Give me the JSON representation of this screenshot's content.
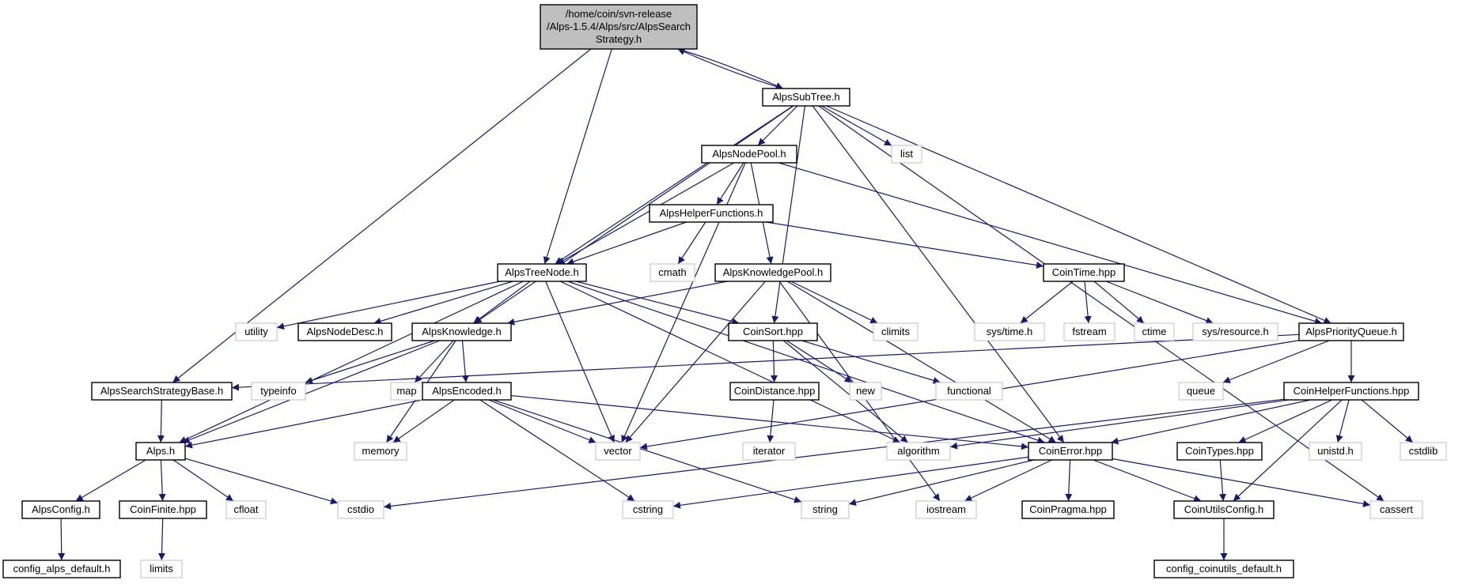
{
  "colors": {
    "edge": "#191970",
    "root_fill": "#bfbfbf",
    "node_border": "#000000",
    "external_border": "#bfbfbf",
    "text": "#000000",
    "background": "#ffffff"
  },
  "nodes": [
    {
      "id": "root",
      "lines": [
        "/home/coin/svn-release",
        "/Alps-1.5.4/Alps/src/AlpsSearch",
        "Strategy.h"
      ],
      "kind": "root"
    },
    {
      "id": "AlpsSubTree_h",
      "lines": [
        "AlpsSubTree.h"
      ],
      "kind": "file"
    },
    {
      "id": "AlpsNodePool_h",
      "lines": [
        "AlpsNodePool.h"
      ],
      "kind": "file"
    },
    {
      "id": "list",
      "lines": [
        "list"
      ],
      "kind": "external"
    },
    {
      "id": "AlpsHelperFunctions_h",
      "lines": [
        "AlpsHelperFunctions.h"
      ],
      "kind": "file"
    },
    {
      "id": "cmath",
      "lines": [
        "cmath"
      ],
      "kind": "external"
    },
    {
      "id": "AlpsKnowledgePool_h",
      "lines": [
        "AlpsKnowledgePool.h"
      ],
      "kind": "file"
    },
    {
      "id": "AlpsTreeNode_h",
      "lines": [
        "AlpsTreeNode.h"
      ],
      "kind": "file"
    },
    {
      "id": "CoinTime_hpp",
      "lines": [
        "CoinTime.hpp"
      ],
      "kind": "file"
    },
    {
      "id": "utility",
      "lines": [
        "utility"
      ],
      "kind": "external"
    },
    {
      "id": "AlpsNodeDesc_h",
      "lines": [
        "AlpsNodeDesc.h"
      ],
      "kind": "file"
    },
    {
      "id": "AlpsKnowledge_h",
      "lines": [
        "AlpsKnowledge.h"
      ],
      "kind": "file"
    },
    {
      "id": "CoinSort_hpp",
      "lines": [
        "CoinSort.hpp"
      ],
      "kind": "file"
    },
    {
      "id": "climits",
      "lines": [
        "climits"
      ],
      "kind": "external"
    },
    {
      "id": "sys_time_h",
      "lines": [
        "sys/time.h"
      ],
      "kind": "external"
    },
    {
      "id": "fstream",
      "lines": [
        "fstream"
      ],
      "kind": "external"
    },
    {
      "id": "ctime",
      "lines": [
        "ctime"
      ],
      "kind": "external"
    },
    {
      "id": "sys_resource_h",
      "lines": [
        "sys/resource.h"
      ],
      "kind": "external"
    },
    {
      "id": "AlpsPriorityQueue_h",
      "lines": [
        "AlpsPriorityQueue.h"
      ],
      "kind": "file"
    },
    {
      "id": "AlpsSearchStrategyBase_h",
      "lines": [
        "AlpsSearchStrategyBase.h"
      ],
      "kind": "file"
    },
    {
      "id": "typeinfo",
      "lines": [
        "typeinfo"
      ],
      "kind": "external"
    },
    {
      "id": "map",
      "lines": [
        "map"
      ],
      "kind": "external"
    },
    {
      "id": "AlpsEncoded_h",
      "lines": [
        "AlpsEncoded.h"
      ],
      "kind": "file"
    },
    {
      "id": "CoinDistance_hpp",
      "lines": [
        "CoinDistance.hpp"
      ],
      "kind": "file"
    },
    {
      "id": "new",
      "lines": [
        "new"
      ],
      "kind": "external"
    },
    {
      "id": "functional",
      "lines": [
        "functional"
      ],
      "kind": "external"
    },
    {
      "id": "queue",
      "lines": [
        "queue"
      ],
      "kind": "external"
    },
    {
      "id": "CoinHelperFunctions_hpp",
      "lines": [
        "CoinHelperFunctions.hpp"
      ],
      "kind": "file"
    },
    {
      "id": "Alps_h",
      "lines": [
        "Alps.h"
      ],
      "kind": "file"
    },
    {
      "id": "memory",
      "lines": [
        "memory"
      ],
      "kind": "external"
    },
    {
      "id": "vector",
      "lines": [
        "vector"
      ],
      "kind": "external"
    },
    {
      "id": "iterator",
      "lines": [
        "iterator"
      ],
      "kind": "external"
    },
    {
      "id": "algorithm",
      "lines": [
        "algorithm"
      ],
      "kind": "external"
    },
    {
      "id": "CoinError_hpp",
      "lines": [
        "CoinError.hpp"
      ],
      "kind": "file"
    },
    {
      "id": "CoinTypes_hpp",
      "lines": [
        "CoinTypes.hpp"
      ],
      "kind": "file"
    },
    {
      "id": "unistd_h",
      "lines": [
        "unistd.h"
      ],
      "kind": "external"
    },
    {
      "id": "cstdlib",
      "lines": [
        "cstdlib"
      ],
      "kind": "external"
    },
    {
      "id": "AlpsConfig_h",
      "lines": [
        "AlpsConfig.h"
      ],
      "kind": "file"
    },
    {
      "id": "CoinFinite_hpp",
      "lines": [
        "CoinFinite.hpp"
      ],
      "kind": "file"
    },
    {
      "id": "cfloat",
      "lines": [
        "cfloat"
      ],
      "kind": "external"
    },
    {
      "id": "cstdio",
      "lines": [
        "cstdio"
      ],
      "kind": "external"
    },
    {
      "id": "cstring",
      "lines": [
        "cstring"
      ],
      "kind": "external"
    },
    {
      "id": "string",
      "lines": [
        "string"
      ],
      "kind": "external"
    },
    {
      "id": "iostream",
      "lines": [
        "iostream"
      ],
      "kind": "external"
    },
    {
      "id": "CoinPragma_hpp",
      "lines": [
        "CoinPragma.hpp"
      ],
      "kind": "file"
    },
    {
      "id": "CoinUtilsConfig_h",
      "lines": [
        "CoinUtilsConfig.h"
      ],
      "kind": "file"
    },
    {
      "id": "cassert",
      "lines": [
        "cassert"
      ],
      "kind": "external"
    },
    {
      "id": "config_alps_default_h",
      "lines": [
        "config_alps_default.h"
      ],
      "kind": "file"
    },
    {
      "id": "limits",
      "lines": [
        "limits"
      ],
      "kind": "external"
    },
    {
      "id": "config_coinutils_default_h",
      "lines": [
        "config_coinutils_default.h"
      ],
      "kind": "file"
    }
  ],
  "edges": [
    [
      "root",
      "AlpsSubTree_h"
    ],
    [
      "root",
      "AlpsTreeNode_h"
    ],
    [
      "root",
      "AlpsSearchStrategyBase_h"
    ],
    [
      "AlpsSubTree_h",
      "root"
    ],
    [
      "AlpsSubTree_h",
      "AlpsNodePool_h"
    ],
    [
      "AlpsSubTree_h",
      "list"
    ],
    [
      "AlpsSubTree_h",
      "AlpsTreeNode_h"
    ],
    [
      "AlpsSubTree_h",
      "AlpsKnowledge_h"
    ],
    [
      "AlpsSubTree_h",
      "CoinSort_hpp"
    ],
    [
      "AlpsSubTree_h",
      "AlpsPriorityQueue_h"
    ],
    [
      "AlpsSubTree_h",
      "CoinError_hpp"
    ],
    [
      "AlpsSubTree_h",
      "cassert"
    ],
    [
      "AlpsNodePool_h",
      "AlpsHelperFunctions_h"
    ],
    [
      "AlpsNodePool_h",
      "AlpsKnowledgePool_h"
    ],
    [
      "AlpsNodePool_h",
      "AlpsTreeNode_h"
    ],
    [
      "AlpsNodePool_h",
      "vector"
    ],
    [
      "AlpsNodePool_h",
      "AlpsPriorityQueue_h"
    ],
    [
      "AlpsHelperFunctions_h",
      "cmath"
    ],
    [
      "AlpsHelperFunctions_h",
      "AlpsTreeNode_h"
    ],
    [
      "AlpsHelperFunctions_h",
      "CoinTime_hpp"
    ],
    [
      "AlpsKnowledgePool_h",
      "AlpsKnowledge_h"
    ],
    [
      "AlpsKnowledgePool_h",
      "climits"
    ],
    [
      "AlpsKnowledgePool_h",
      "vector"
    ],
    [
      "AlpsKnowledgePool_h",
      "iostream"
    ],
    [
      "AlpsKnowledgePool_h",
      "CoinError_hpp"
    ],
    [
      "AlpsTreeNode_h",
      "utility"
    ],
    [
      "AlpsTreeNode_h",
      "AlpsNodeDesc_h"
    ],
    [
      "AlpsTreeNode_h",
      "AlpsKnowledge_h"
    ],
    [
      "AlpsTreeNode_h",
      "CoinSort_hpp"
    ],
    [
      "AlpsTreeNode_h",
      "Alps_h"
    ],
    [
      "AlpsTreeNode_h",
      "vector"
    ],
    [
      "AlpsTreeNode_h",
      "algorithm"
    ],
    [
      "AlpsTreeNode_h",
      "CoinError_hpp"
    ],
    [
      "CoinTime_hpp",
      "sys_time_h"
    ],
    [
      "CoinTime_hpp",
      "fstream"
    ],
    [
      "CoinTime_hpp",
      "ctime"
    ],
    [
      "CoinTime_hpp",
      "sys_resource_h"
    ],
    [
      "AlpsKnowledge_h",
      "typeinfo"
    ],
    [
      "AlpsKnowledge_h",
      "map"
    ],
    [
      "AlpsKnowledge_h",
      "AlpsEncoded_h"
    ],
    [
      "AlpsKnowledge_h",
      "memory"
    ],
    [
      "AlpsKnowledge_h",
      "Alps_h"
    ],
    [
      "CoinSort_hpp",
      "CoinDistance_hpp"
    ],
    [
      "CoinSort_hpp",
      "new"
    ],
    [
      "CoinSort_hpp",
      "functional"
    ],
    [
      "CoinSort_hpp",
      "algorithm"
    ],
    [
      "AlpsPriorityQueue_h",
      "queue"
    ],
    [
      "AlpsPriorityQueue_h",
      "CoinHelperFunctions_hpp"
    ],
    [
      "AlpsPriorityQueue_h",
      "AlpsSearchStrategyBase_h"
    ],
    [
      "AlpsPriorityQueue_h",
      "vector"
    ],
    [
      "AlpsSearchStrategyBase_h",
      "Alps_h"
    ],
    [
      "AlpsEncoded_h",
      "Alps_h"
    ],
    [
      "AlpsEncoded_h",
      "memory"
    ],
    [
      "AlpsEncoded_h",
      "vector"
    ],
    [
      "AlpsEncoded_h",
      "CoinError_hpp"
    ],
    [
      "AlpsEncoded_h",
      "cstring"
    ],
    [
      "AlpsEncoded_h",
      "string"
    ],
    [
      "CoinDistance_hpp",
      "iterator"
    ],
    [
      "CoinHelperFunctions_hpp",
      "algorithm"
    ],
    [
      "CoinHelperFunctions_hpp",
      "CoinError_hpp"
    ],
    [
      "CoinHelperFunctions_hpp",
      "CoinTypes_hpp"
    ],
    [
      "CoinHelperFunctions_hpp",
      "unistd_h"
    ],
    [
      "CoinHelperFunctions_hpp",
      "cstdlib"
    ],
    [
      "CoinHelperFunctions_hpp",
      "cstdio"
    ],
    [
      "CoinHelperFunctions_hpp",
      "CoinUtilsConfig_h"
    ],
    [
      "Alps_h",
      "AlpsConfig_h"
    ],
    [
      "Alps_h",
      "CoinFinite_hpp"
    ],
    [
      "Alps_h",
      "cfloat"
    ],
    [
      "Alps_h",
      "cstdio"
    ],
    [
      "CoinError_hpp",
      "cstring"
    ],
    [
      "CoinError_hpp",
      "string"
    ],
    [
      "CoinError_hpp",
      "iostream"
    ],
    [
      "CoinError_hpp",
      "CoinPragma_hpp"
    ],
    [
      "CoinError_hpp",
      "CoinUtilsConfig_h"
    ],
    [
      "CoinError_hpp",
      "cassert"
    ],
    [
      "CoinTypes_hpp",
      "CoinUtilsConfig_h"
    ],
    [
      "AlpsConfig_h",
      "config_alps_default_h"
    ],
    [
      "CoinFinite_hpp",
      "limits"
    ],
    [
      "CoinUtilsConfig_h",
      "config_coinutils_default_h"
    ]
  ]
}
